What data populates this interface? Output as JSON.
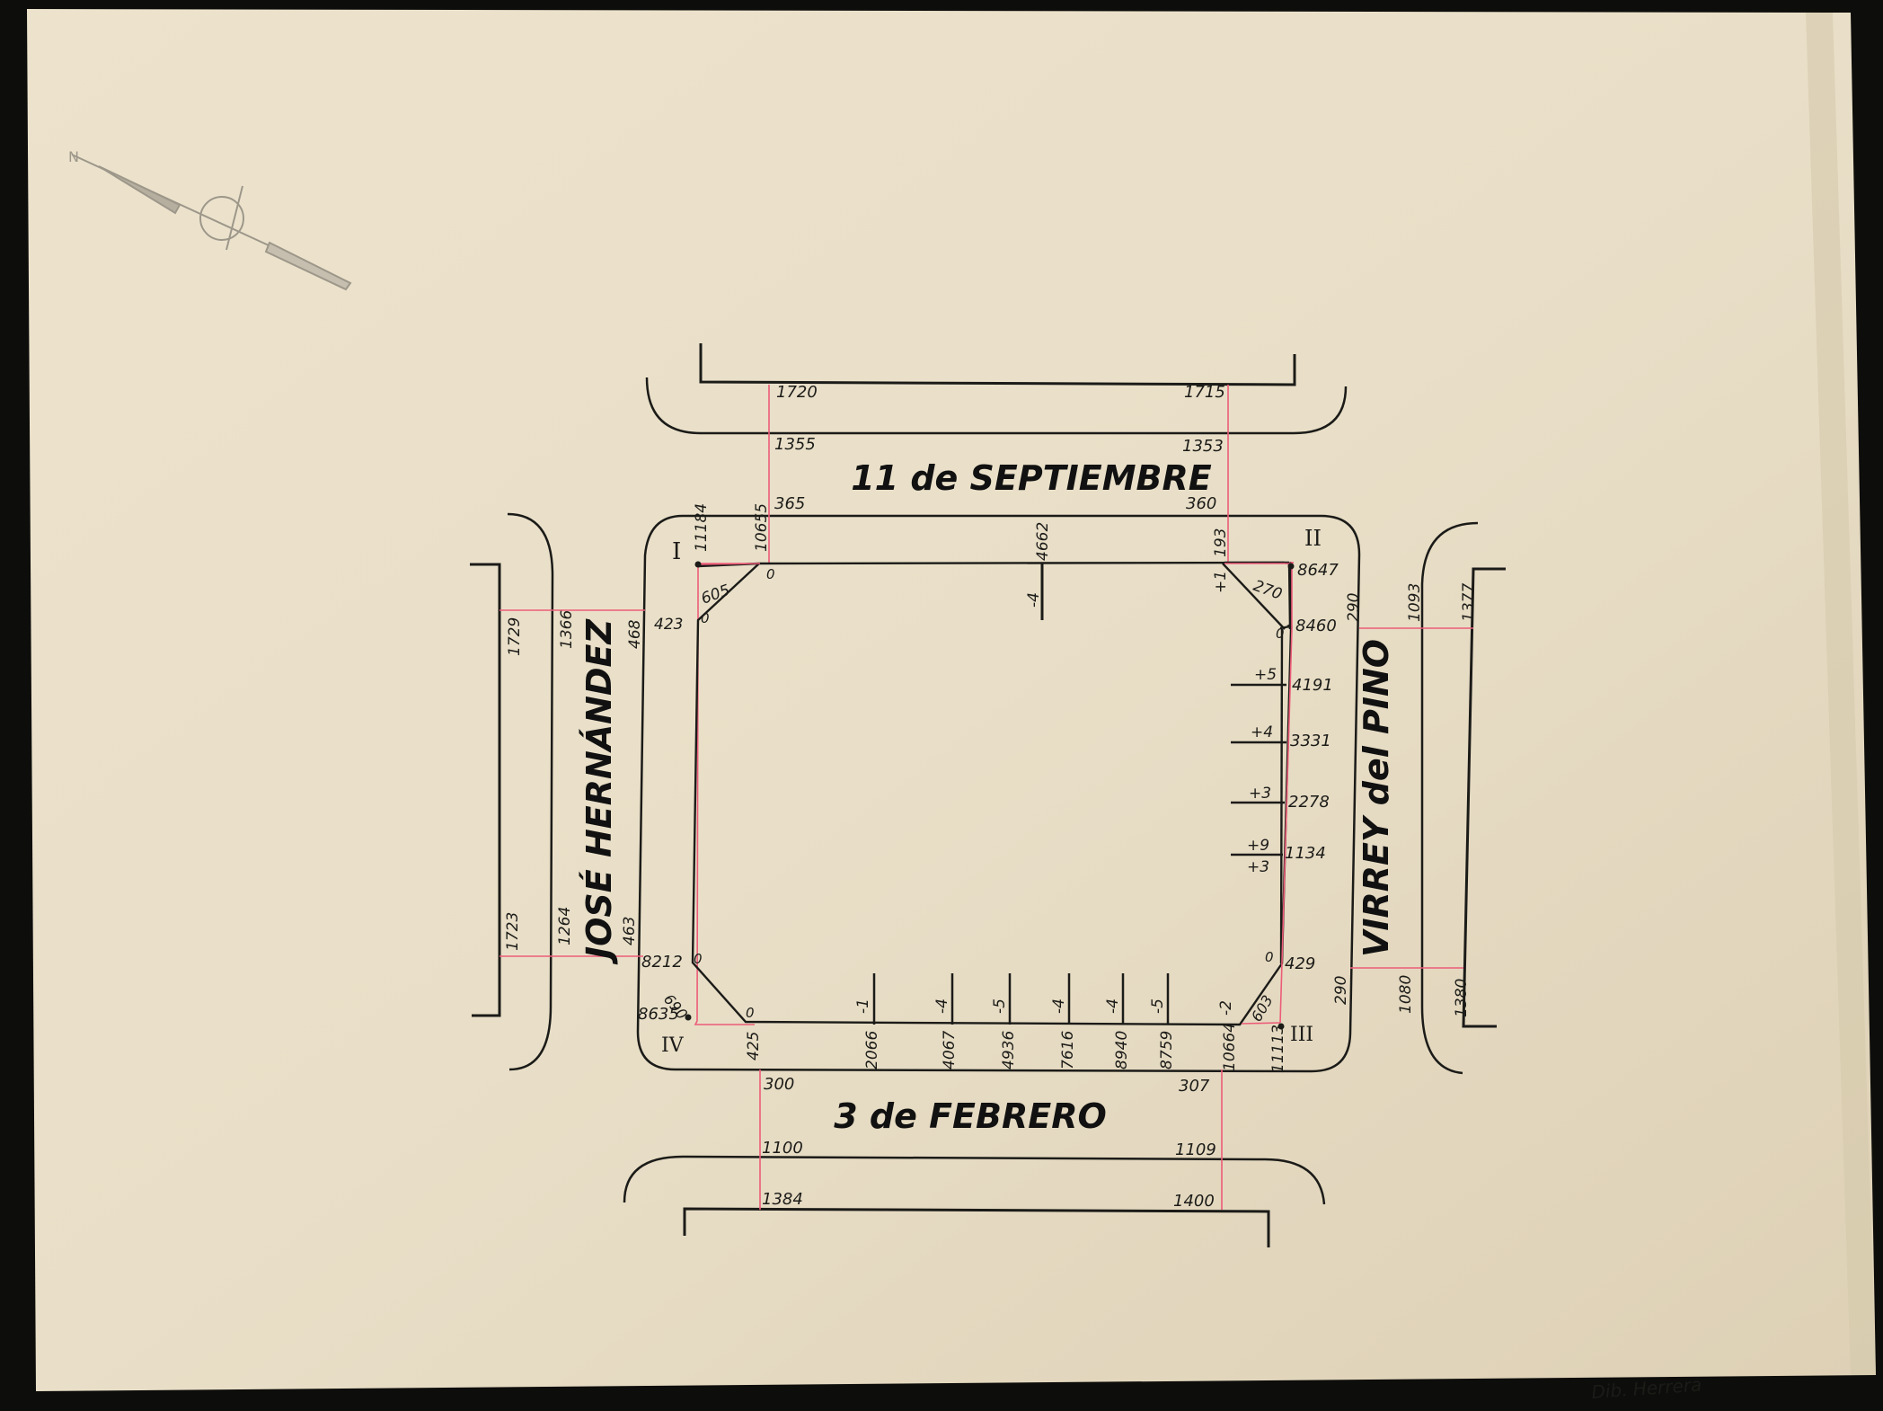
{
  "streets": {
    "north": "11 de SEPTIEMBRE",
    "south": "3 de FEBRERO",
    "west": "JOSÉ HERNÁNDEZ",
    "east": "VIRREY del PINO"
  },
  "corners": {
    "nw": "I",
    "ne": "II",
    "se": "III",
    "sw": "IV"
  },
  "north_levels": {
    "left_outer": "1720",
    "left_mid": "1355",
    "left_inner": "365",
    "right_outer": "1715",
    "right_mid": "1353",
    "right_inner": "360"
  },
  "south_levels": {
    "left_inner": "300",
    "left_mid": "1100",
    "left_outer": "1384",
    "right_inner": "307",
    "right_mid": "1109",
    "right_outer": "1400"
  },
  "west_levels": {
    "top_outer": "1729",
    "top_mid": "1366",
    "top_inner": "468",
    "bottom_outer": "1723",
    "bottom_mid": "1264",
    "bottom_inner": "463"
  },
  "east_levels": {
    "top_inner": "290",
    "top_mid": "1093",
    "top_outer": "1377",
    "bottom_inner": "290",
    "bottom_mid": "1080",
    "bottom_outer": "1380"
  },
  "block_values": {
    "nw_vertical": "11184",
    "nw_top": "10655",
    "nw_diag": "605",
    "nw_side": "423",
    "north_mid": "4662",
    "north_mid_mark": "-4",
    "ne_vertical": "193",
    "ne_mark": "+1",
    "ne_top": "8647",
    "ne_diag": "270",
    "ne_side": "8460",
    "sw_side": "8212",
    "sw_corner": "8635",
    "sw_diag": "690",
    "sw_bottom": "425",
    "se_side": "429",
    "se_diag": "603",
    "se_mark": "-2",
    "se_bottom_left": "10664",
    "se_bottom_right": "11113",
    "zero": "0"
  },
  "east_ticks": [
    {
      "mark": "+5",
      "value": "4191"
    },
    {
      "mark": "+4",
      "value": "3331"
    },
    {
      "mark": "+3",
      "value": "2278"
    },
    {
      "mark": "+9",
      "mark2": "+3",
      "value": "1134"
    }
  ],
  "south_ticks": [
    {
      "mark": "-1",
      "value": "2066"
    },
    {
      "mark": "-4",
      "value": "4067"
    },
    {
      "mark": "-5",
      "value": "4936"
    },
    {
      "mark": "-4",
      "value": "7616"
    },
    {
      "mark": "-4",
      "value": "8940"
    },
    {
      "mark": "-5",
      "value": "8759"
    }
  ],
  "signature": "Dib. Herrera",
  "colors": {
    "paper": "#e9dfc9",
    "ink": "#1b1b18",
    "red_line": "#ec5c78",
    "frame": "#0d0d0b"
  }
}
